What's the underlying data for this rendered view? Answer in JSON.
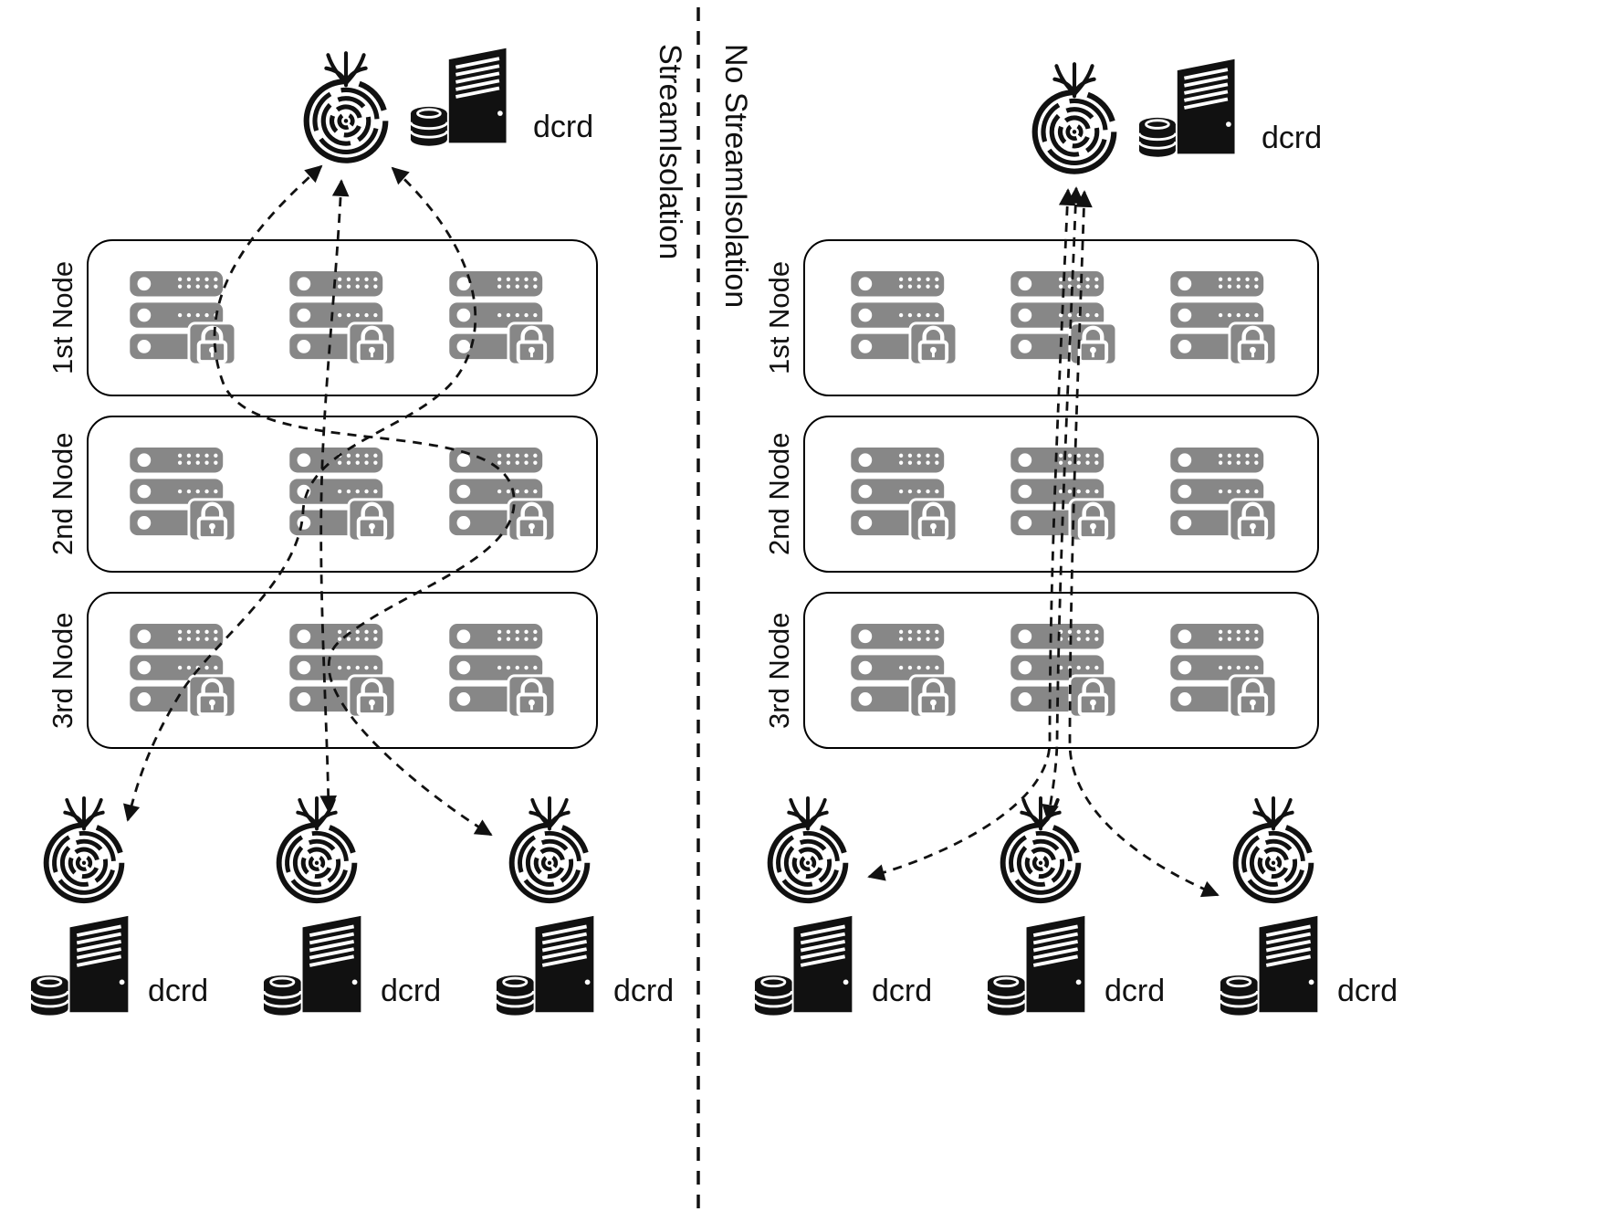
{
  "left": {
    "section_label": "StreamIsolation",
    "top": {
      "dcrd_label": "dcrd"
    },
    "nodes": [
      {
        "label": "1st Node"
      },
      {
        "label": "2nd Node"
      },
      {
        "label": "3rd Node"
      }
    ],
    "clients": [
      {
        "dcrd_label": "dcrd"
      },
      {
        "dcrd_label": "dcrd"
      },
      {
        "dcrd_label": "dcrd"
      }
    ]
  },
  "right": {
    "section_label": "No StreamIsolation",
    "top": {
      "dcrd_label": "dcrd"
    },
    "nodes": [
      {
        "label": "1st Node"
      },
      {
        "label": "2nd Node"
      },
      {
        "label": "3rd Node"
      }
    ],
    "clients": [
      {
        "dcrd_label": "dcrd"
      },
      {
        "dcrd_label": "dcrd"
      },
      {
        "dcrd_label": "dcrd"
      }
    ]
  },
  "icons": {
    "onion": "tor-onion-icon",
    "server_tower": "dcrd-server-icon",
    "relay_rack": "relay-rack-icon",
    "lock": "padlock-icon"
  },
  "colors": {
    "rack_gray": "#878787",
    "ink": "#111111",
    "background": "#ffffff"
  }
}
